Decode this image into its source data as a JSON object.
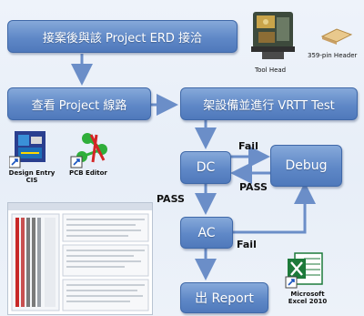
{
  "flow": {
    "step1": "接案後與該 Project ERD 接洽",
    "step2": "查看 Project 線路",
    "step3": "架設備並進行 VRTT Test",
    "dc": "DC",
    "debug": "Debug",
    "ac": "AC",
    "report": "出 Report"
  },
  "edge_labels": {
    "fail_dc_debug": "Fail",
    "pass_debug_dc": "PASS",
    "pass_dc_ac": "PASS",
    "fail_ac_debug": "Fail"
  },
  "hardware": {
    "tool_head": "Tool Head",
    "header_359": "359-pin Header"
  },
  "software": {
    "design_entry": "Design Entry CIS",
    "pcb_editor": "PCB Editor",
    "excel": "Microsoft Excel 2010"
  },
  "icons": {
    "design_entry": "design-entry-cis-icon",
    "pcb_editor": "pcb-editor-icon",
    "excel": "excel-icon",
    "shortcut": "shortcut-arrow-icon"
  },
  "colors": {
    "box_fill": "#5f88c7",
    "arrow": "#6b8ec8",
    "background": "#e9f0f8"
  }
}
